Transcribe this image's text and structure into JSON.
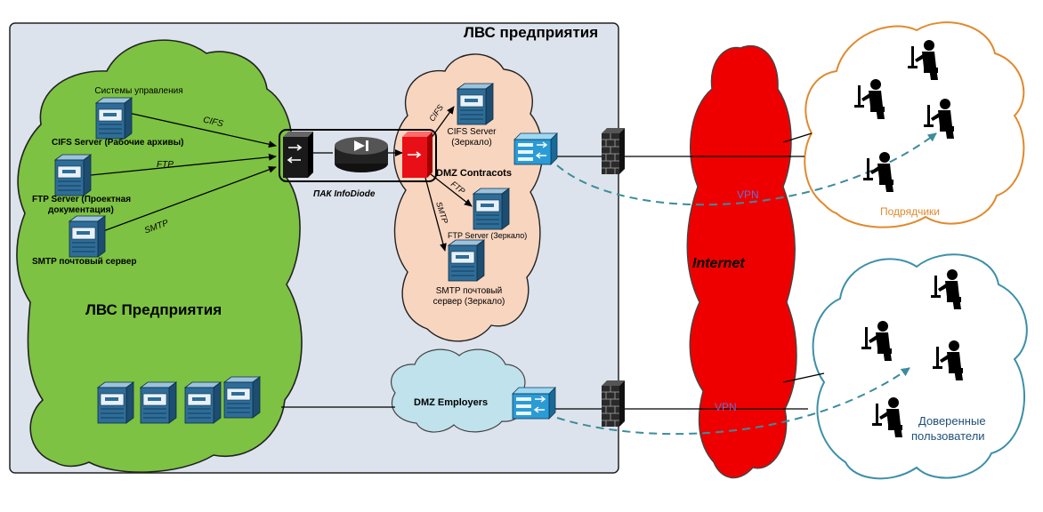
{
  "frame": {
    "title": "ЛВС предприятия"
  },
  "lan": {
    "cloud_label": "ЛВС Предприятия",
    "mgmt_label": "Системы управления",
    "cifs_server": "CIFS Server (Рабочие архивы)",
    "ftp_server_line1": "FTP Server (Проектная",
    "ftp_server_line2": "документация)",
    "smtp_server": "SMTP почтовый сервер"
  },
  "links": {
    "cifs": "CIFS",
    "ftp": "FTP",
    "smtp": "SMTP",
    "dmz_cifs": "CIFS",
    "dmz_ftp": "FTP",
    "dmz_smtp": "SMTP"
  },
  "infodiode": {
    "label": "ПАК InfoDiode"
  },
  "dmz_contractors": {
    "label": "DMZ Contracots",
    "cifs_line1": "CIFS Server",
    "cifs_line2": "(Зеркало)",
    "ftp_mirror": "FTP Server (Зеркало)",
    "smtp_line1": "SMTP почтовый",
    "smtp_line2": "сервер (Зеркало)"
  },
  "dmz_employers": {
    "label": "DMZ Employers"
  },
  "internet": {
    "label": "Internet",
    "vpn_top": "VPN",
    "vpn_bottom": "VPN"
  },
  "groups": {
    "contractors": "Подрядчики",
    "trusted_line1": "Доверенные",
    "trusted_line2": "пользователи"
  },
  "colors": {
    "frame_bg": "#dde3ec",
    "lan_cloud": "#7dc242",
    "dmz_contractors_cloud": "#f8d5bf",
    "dmz_employers_cloud": "#bfe2ec",
    "internet_cloud": "#ee0000",
    "contractors_outline": "#e08a2e",
    "trusted_outline": "#3d8fa8",
    "vpn_text": "#6a6ec8",
    "vpn_line": "#3b8c9c",
    "server_blue": "#2e6d98",
    "diode_red": "#e80f16"
  },
  "icons": {
    "server": "server-tower-icon",
    "switch": "network-switch-icon",
    "firewall": "firewall-brick-icon",
    "diode_gateway": "infodiode-gateway-icon",
    "router": "router-icon",
    "user": "user-at-computer-icon"
  }
}
